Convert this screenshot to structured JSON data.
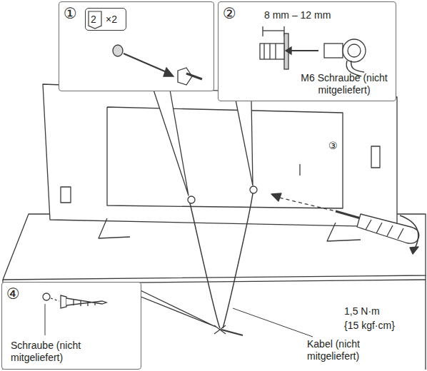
{
  "diagram": {
    "nodes": [
      {
        "text": [
          "①"
        ]
      },
      {
        "text": [
          "2",
          "×2"
        ],
        "in": 0
      },
      {
        "text": [
          "②",
          "8 mm – 12 mm",
          "M6 Schraube (nicht mitgeliefert)"
        ]
      },
      {
        "text": [
          "④",
          "Schraube (nicht mitgeliefert)"
        ]
      }
    ],
    "labels": [
      "③",
      "1,5 N·m",
      "{15 kgf·cm}",
      "Kabel (nicht mitgeliefert)"
    ]
  }
}
